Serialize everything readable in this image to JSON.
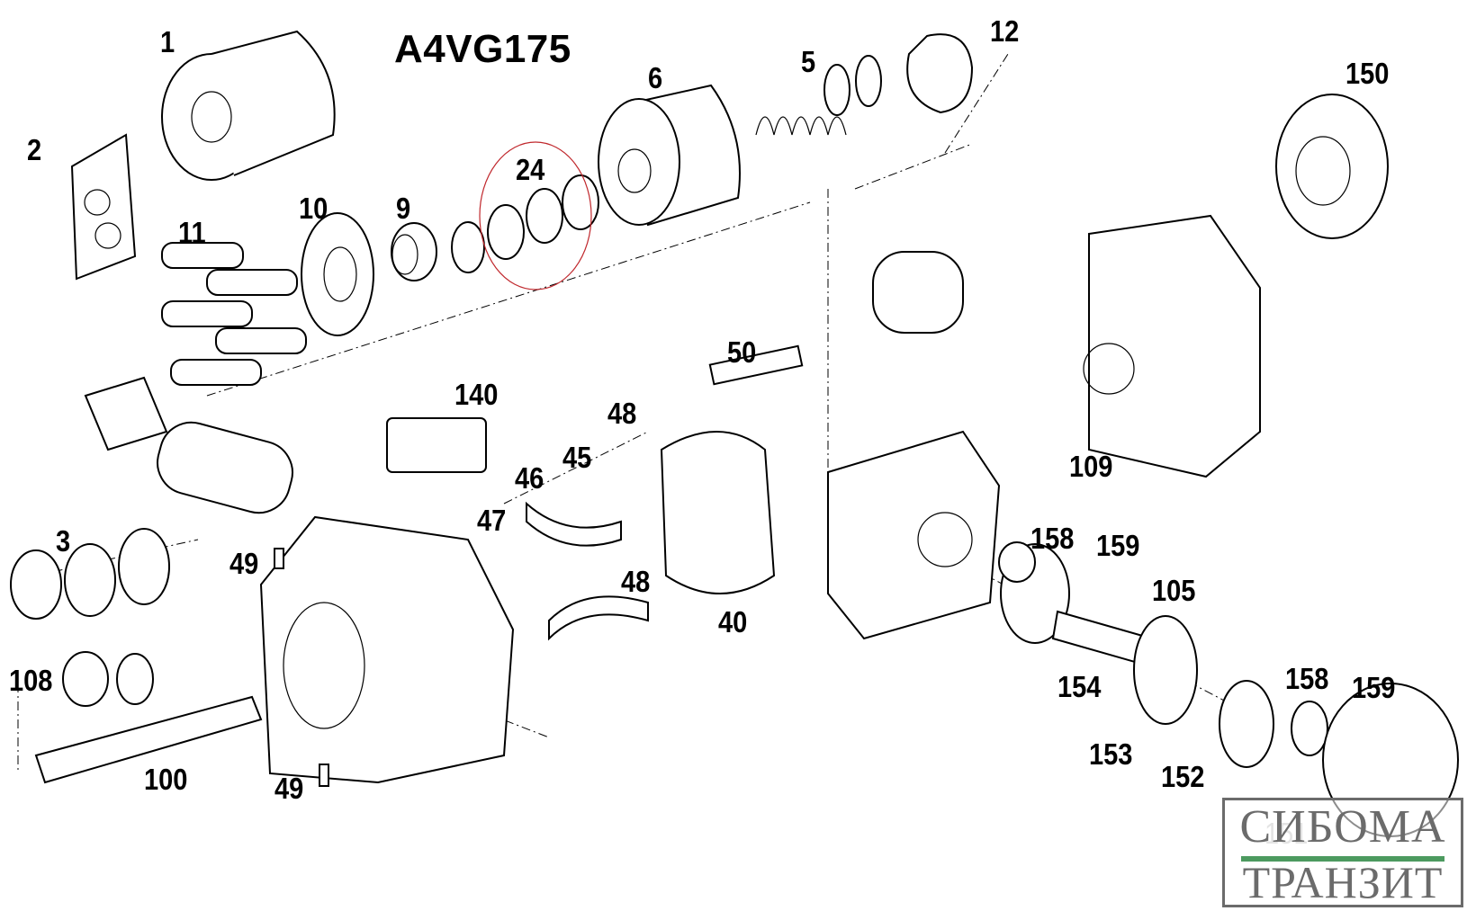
{
  "diagram": {
    "title": "A4VG175",
    "highlight_color": "#c0282d",
    "callouts": [
      {
        "id": "1",
        "label": "1"
      },
      {
        "id": "2",
        "label": "2"
      },
      {
        "id": "3",
        "label": "3"
      },
      {
        "id": "5",
        "label": "5"
      },
      {
        "id": "6",
        "label": "6"
      },
      {
        "id": "9",
        "label": "9"
      },
      {
        "id": "10",
        "label": "10"
      },
      {
        "id": "11",
        "label": "11"
      },
      {
        "id": "12",
        "label": "12"
      },
      {
        "id": "24",
        "label": "24"
      },
      {
        "id": "40",
        "label": "40"
      },
      {
        "id": "45",
        "label": "45"
      },
      {
        "id": "46",
        "label": "46"
      },
      {
        "id": "47",
        "label": "47"
      },
      {
        "id": "48a",
        "label": "48"
      },
      {
        "id": "48b",
        "label": "48"
      },
      {
        "id": "49a",
        "label": "49"
      },
      {
        "id": "49b",
        "label": "49"
      },
      {
        "id": "50",
        "label": "50"
      },
      {
        "id": "100",
        "label": "100"
      },
      {
        "id": "105",
        "label": "105"
      },
      {
        "id": "108",
        "label": "108"
      },
      {
        "id": "109",
        "label": "109"
      },
      {
        "id": "140",
        "label": "140"
      },
      {
        "id": "150",
        "label": "150"
      },
      {
        "id": "151",
        "label": "151"
      },
      {
        "id": "152",
        "label": "152"
      },
      {
        "id": "153",
        "label": "153"
      },
      {
        "id": "154",
        "label": "154"
      },
      {
        "id": "158a",
        "label": "158"
      },
      {
        "id": "158b",
        "label": "158"
      },
      {
        "id": "159a",
        "label": "159"
      },
      {
        "id": "159b",
        "label": "159"
      }
    ]
  },
  "watermark": {
    "line1": "СИБОМА",
    "line2": "ТРАНЗИТ",
    "text_color": "#6b6b6b",
    "bar_color": "#4c9a5f"
  }
}
